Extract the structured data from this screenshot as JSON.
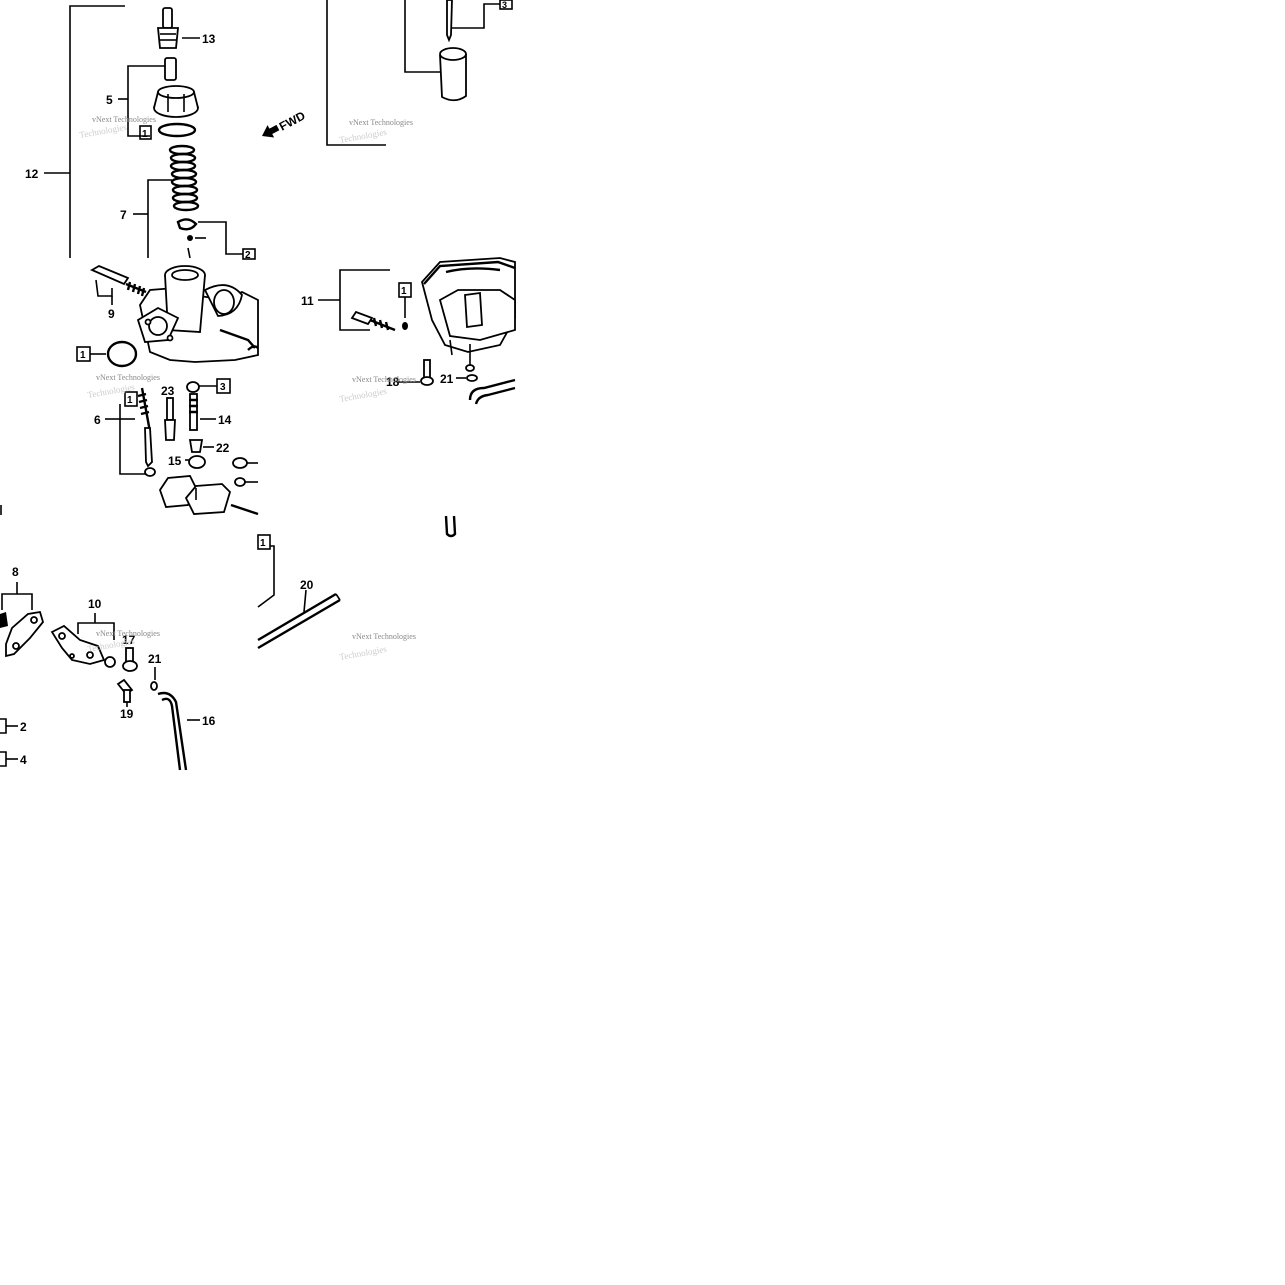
{
  "diagram": {
    "fwd_label": "FWD",
    "watermark_text": "vNext Technologies",
    "labels": {
      "n13": "13",
      "n5": "5",
      "n12": "12",
      "n7": "7",
      "n9": "9",
      "n6": "6",
      "n23": "23",
      "n14": "14",
      "n22": "22",
      "n15": "15",
      "n11": "11",
      "n18": "18",
      "n21a": "21",
      "n8": "8",
      "n10": "10",
      "n17": "17",
      "n21b": "21",
      "n19": "19",
      "n16": "16",
      "n20": "20",
      "n2": "2",
      "n4": "4"
    },
    "boxed_labels": {
      "b1_top": "1",
      "b3_top": "3",
      "b2_mid": "2",
      "b1_left": "1",
      "b1_needle": "1",
      "b3_needle": "3",
      "b1_bowl": "1",
      "b1_lower": "1"
    }
  }
}
